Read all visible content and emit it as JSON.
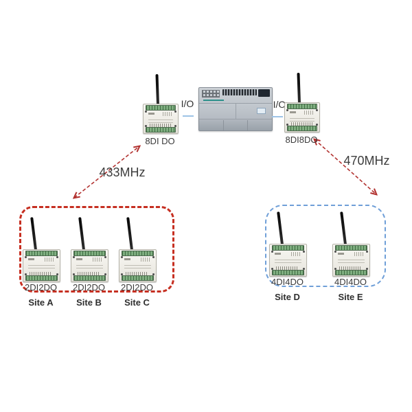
{
  "colors": {
    "radio_link": "#b23230",
    "red_group_border": "#c62f21",
    "blue_group_border": "#6f9fd8",
    "io_link_line": "#9dc3e6"
  },
  "gateways": {
    "left": {
      "label": "8DI DO",
      "io_label": "I/O"
    },
    "right": {
      "label": "8DI8DO",
      "io_label": "I/O"
    }
  },
  "radio_links": {
    "left": {
      "frequency": "433MHz"
    },
    "right": {
      "frequency": "470MHz"
    }
  },
  "red_group": {
    "modules": [
      {
        "label": "2DI2DO",
        "site": "Site A"
      },
      {
        "label": "2DI2DO",
        "site": "Site B"
      },
      {
        "label": "2DI2DO",
        "site": "Site C"
      }
    ]
  },
  "blue_group": {
    "modules": [
      {
        "label": "4DI4DO",
        "site": "Site D"
      },
      {
        "label": "4DI4DO",
        "site": "Site E"
      }
    ]
  }
}
